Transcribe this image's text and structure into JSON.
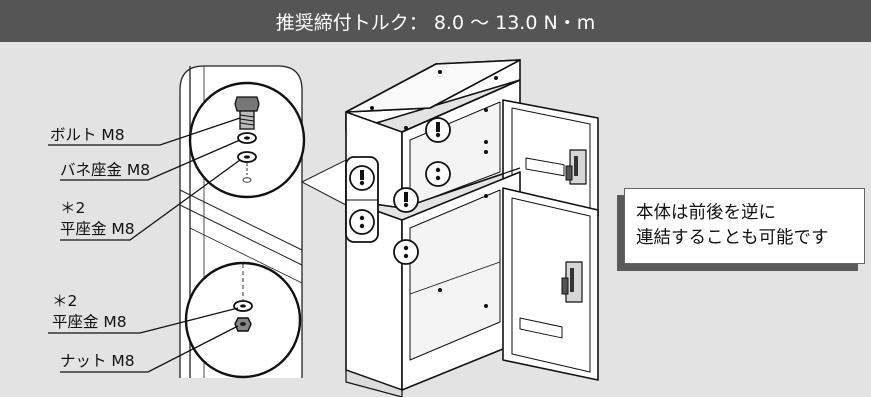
{
  "header": {
    "torque_label": "推奨締付トルク： 8.0 ～ 13.0 N・m"
  },
  "labels": {
    "bolt": "ボルト M8",
    "spring_washer": "バネ座金 M8",
    "flat_washer_top_note": "＊2",
    "flat_washer_top": "平座金 M8",
    "flat_washer_bottom_note": "＊2",
    "flat_washer_bottom": "平座金 M8",
    "nut": "ナット M8"
  },
  "note": {
    "line1": "本体は前後を逆に",
    "line2": "連結することも可能です"
  }
}
